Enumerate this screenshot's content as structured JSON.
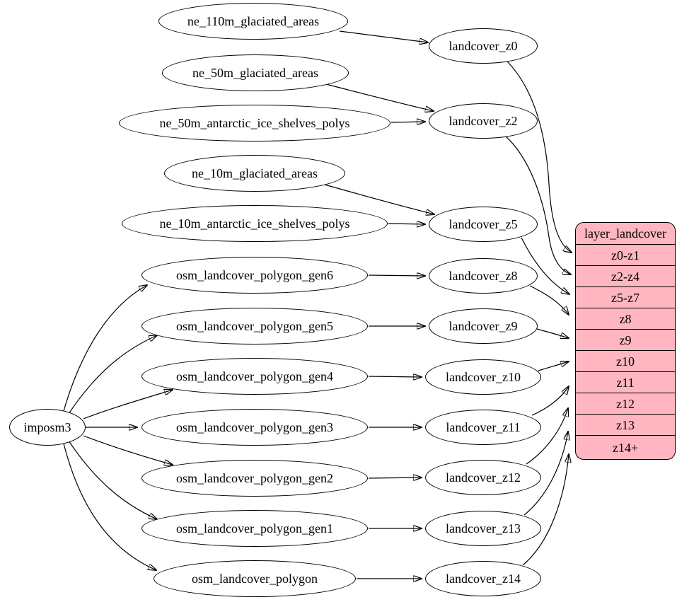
{
  "diagram": {
    "kind": "dependency-graph",
    "background": "#ffffff"
  },
  "colors": {
    "node_fill": "#ffffff",
    "node_stroke": "#000000",
    "edge_color": "#000000",
    "record_fill": "#ffb6c1",
    "text_color": "#000000"
  },
  "nodes": {
    "imposm3": "imposm3",
    "ne_110m_glaciated_areas": "ne_110m_glaciated_areas",
    "ne_50m_glaciated_areas": "ne_50m_glaciated_areas",
    "ne_50m_antarctic_ice_shelves_polys": "ne_50m_antarctic_ice_shelves_polys",
    "ne_10m_glaciated_areas": "ne_10m_glaciated_areas",
    "ne_10m_antarctic_ice_shelves_polys": "ne_10m_antarctic_ice_shelves_polys",
    "osm_landcover_polygon_gen6": "osm_landcover_polygon_gen6",
    "osm_landcover_polygon_gen5": "osm_landcover_polygon_gen5",
    "osm_landcover_polygon_gen4": "osm_landcover_polygon_gen4",
    "osm_landcover_polygon_gen3": "osm_landcover_polygon_gen3",
    "osm_landcover_polygon_gen2": "osm_landcover_polygon_gen2",
    "osm_landcover_polygon_gen1": "osm_landcover_polygon_gen1",
    "osm_landcover_polygon": "osm_landcover_polygon",
    "landcover_z0": "landcover_z0",
    "landcover_z2": "landcover_z2",
    "landcover_z5": "landcover_z5",
    "landcover_z8": "landcover_z8",
    "landcover_z9": "landcover_z9",
    "landcover_z10": "landcover_z10",
    "landcover_z11": "landcover_z11",
    "landcover_z12": "landcover_z12",
    "landcover_z13": "landcover_z13",
    "landcover_z14": "landcover_z14"
  },
  "record": {
    "title": "layer_landcover",
    "rows": [
      "z0-z1",
      "z2-z4",
      "z5-z7",
      "z8",
      "z9",
      "z10",
      "z11",
      "z12",
      "z13",
      "z14+"
    ]
  },
  "edges": [
    {
      "from": "imposm3",
      "to": "osm_landcover_polygon_gen6"
    },
    {
      "from": "imposm3",
      "to": "osm_landcover_polygon_gen5"
    },
    {
      "from": "imposm3",
      "to": "osm_landcover_polygon_gen4"
    },
    {
      "from": "imposm3",
      "to": "osm_landcover_polygon_gen3"
    },
    {
      "from": "imposm3",
      "to": "osm_landcover_polygon_gen2"
    },
    {
      "from": "imposm3",
      "to": "osm_landcover_polygon_gen1"
    },
    {
      "from": "imposm3",
      "to": "osm_landcover_polygon"
    },
    {
      "from": "ne_110m_glaciated_areas",
      "to": "landcover_z0"
    },
    {
      "from": "ne_50m_glaciated_areas",
      "to": "landcover_z2"
    },
    {
      "from": "ne_50m_antarctic_ice_shelves_polys",
      "to": "landcover_z2"
    },
    {
      "from": "ne_10m_glaciated_areas",
      "to": "landcover_z5"
    },
    {
      "from": "ne_10m_antarctic_ice_shelves_polys",
      "to": "landcover_z5"
    },
    {
      "from": "osm_landcover_polygon_gen6",
      "to": "landcover_z8"
    },
    {
      "from": "osm_landcover_polygon_gen5",
      "to": "landcover_z9"
    },
    {
      "from": "osm_landcover_polygon_gen4",
      "to": "landcover_z10"
    },
    {
      "from": "osm_landcover_polygon_gen3",
      "to": "landcover_z11"
    },
    {
      "from": "osm_landcover_polygon_gen2",
      "to": "landcover_z12"
    },
    {
      "from": "osm_landcover_polygon_gen1",
      "to": "landcover_z13"
    },
    {
      "from": "osm_landcover_polygon",
      "to": "landcover_z14"
    },
    {
      "from": "landcover_z0",
      "to": "layer_landcover:z0-z1"
    },
    {
      "from": "landcover_z2",
      "to": "layer_landcover:z2-z4"
    },
    {
      "from": "landcover_z5",
      "to": "layer_landcover:z5-z7"
    },
    {
      "from": "landcover_z8",
      "to": "layer_landcover:z8"
    },
    {
      "from": "landcover_z9",
      "to": "layer_landcover:z9"
    },
    {
      "from": "landcover_z10",
      "to": "layer_landcover:z10"
    },
    {
      "from": "landcover_z11",
      "to": "layer_landcover:z11"
    },
    {
      "from": "landcover_z12",
      "to": "layer_landcover:z12"
    },
    {
      "from": "landcover_z13",
      "to": "layer_landcover:z13"
    },
    {
      "from": "landcover_z14",
      "to": "layer_landcover:z14+"
    }
  ]
}
